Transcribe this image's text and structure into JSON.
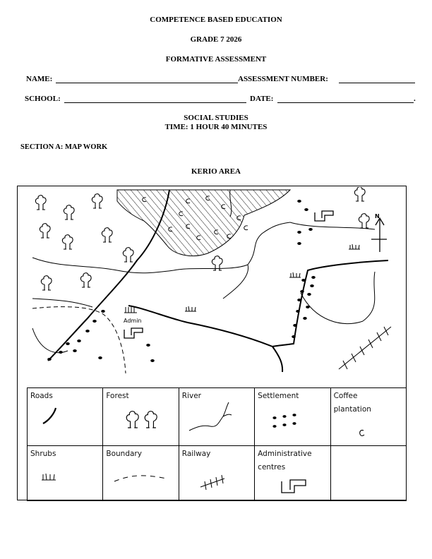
{
  "header": {
    "line1": "COMPETENCE BASED EDUCATION",
    "line2": "GRADE 7 2026",
    "line3": "FORMATIVE ASSESSMENT"
  },
  "fields": {
    "name_label": "NAME:",
    "assessment_number_label": "ASSESSMENT NUMBER:",
    "school_label": "SCHOOL:",
    "date_label": "DATE:",
    "date_end": "."
  },
  "subject": {
    "title": "SOCIAL STUDIES",
    "time": "TIME: 1 HOUR 40 MINUTES"
  },
  "section": {
    "title": "SECTION A: MAP WORK"
  },
  "map": {
    "title": "KERIO AREA",
    "north_label": "N",
    "admin_label": "Admin"
  },
  "key": {
    "row1": [
      "Roads",
      "Forest",
      "River",
      "Settlement",
      "Coffee plantation"
    ],
    "row2": [
      "Shrubs",
      "Boundary",
      "Railway",
      "Administrative centres",
      ""
    ]
  }
}
